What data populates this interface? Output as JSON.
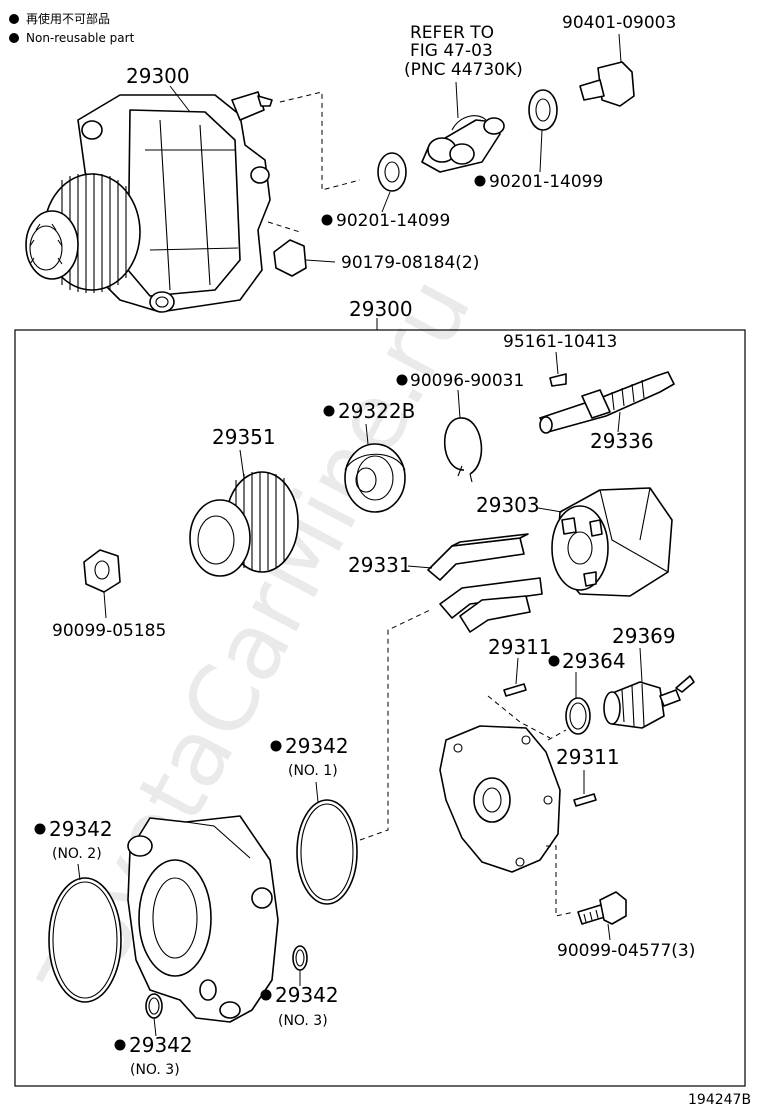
{
  "legend": {
    "japanese": "再使用不可部品",
    "english": "Non-reusable part"
  },
  "watermark": "ToyotaCarMine.ru",
  "figure_id": "194247B",
  "refer": {
    "line1": "REFER TO",
    "line2": "FIG 47-03",
    "line3": "(PNC 44730K)"
  },
  "labels": {
    "p29300_top": "29300",
    "p90401": "90401-09003",
    "p90201_right": "90201-14099",
    "p90201_left": "90201-14099",
    "p90179": "90179-08184(2)",
    "p29300_box": "29300",
    "p95161": "95161-10413",
    "p90096": "90096-90031",
    "p29322B": "29322B",
    "p29336": "29336",
    "p29351": "29351",
    "p29303": "29303",
    "p29331": "29331",
    "p90099_05185": "90099-05185",
    "p29311_a": "29311",
    "p29369": "29369",
    "p29364": "29364",
    "p29311_b": "29311",
    "p29342_no1": "29342",
    "p29342_no1_sub": "(NO. 1)",
    "p29342_no2": "29342",
    "p29342_no2_sub": "(NO. 2)",
    "p29342_no3a": "29342",
    "p29342_no3a_sub": "(NO. 3)",
    "p29342_no3b": "29342",
    "p29342_no3b_sub": "(NO. 3)",
    "p90099_04577": "90099-04577(3)"
  }
}
